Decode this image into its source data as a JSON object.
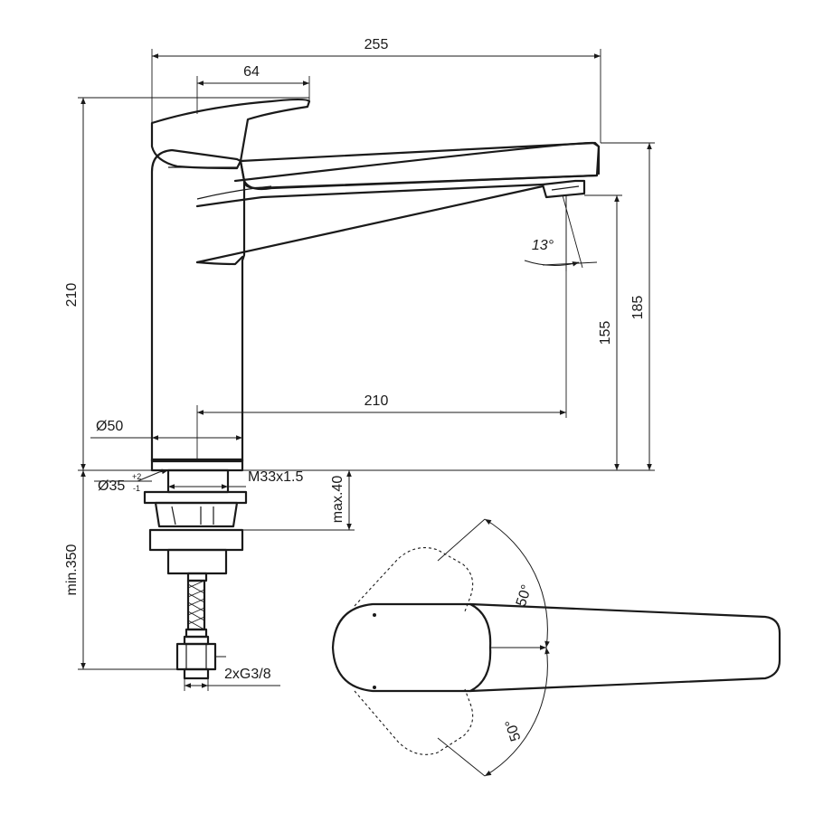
{
  "dimensions": {
    "overall_length": "255",
    "handle_length": "64",
    "total_height": "210",
    "outlet_height": "185",
    "aerator_clearance": "155",
    "spout_reach": "210",
    "body_diameter": "Ø50",
    "hole_diameter": "Ø35",
    "hole_tol_plus": "+2",
    "hole_tol_minus": "-1",
    "thread": "M33x1.5",
    "max_deck": "max.40",
    "min_hose": "min.350",
    "connections": "2xG3/8",
    "tilt_angle": "13°",
    "lever_angle_up": "50°",
    "lever_angle_down": "50°"
  }
}
